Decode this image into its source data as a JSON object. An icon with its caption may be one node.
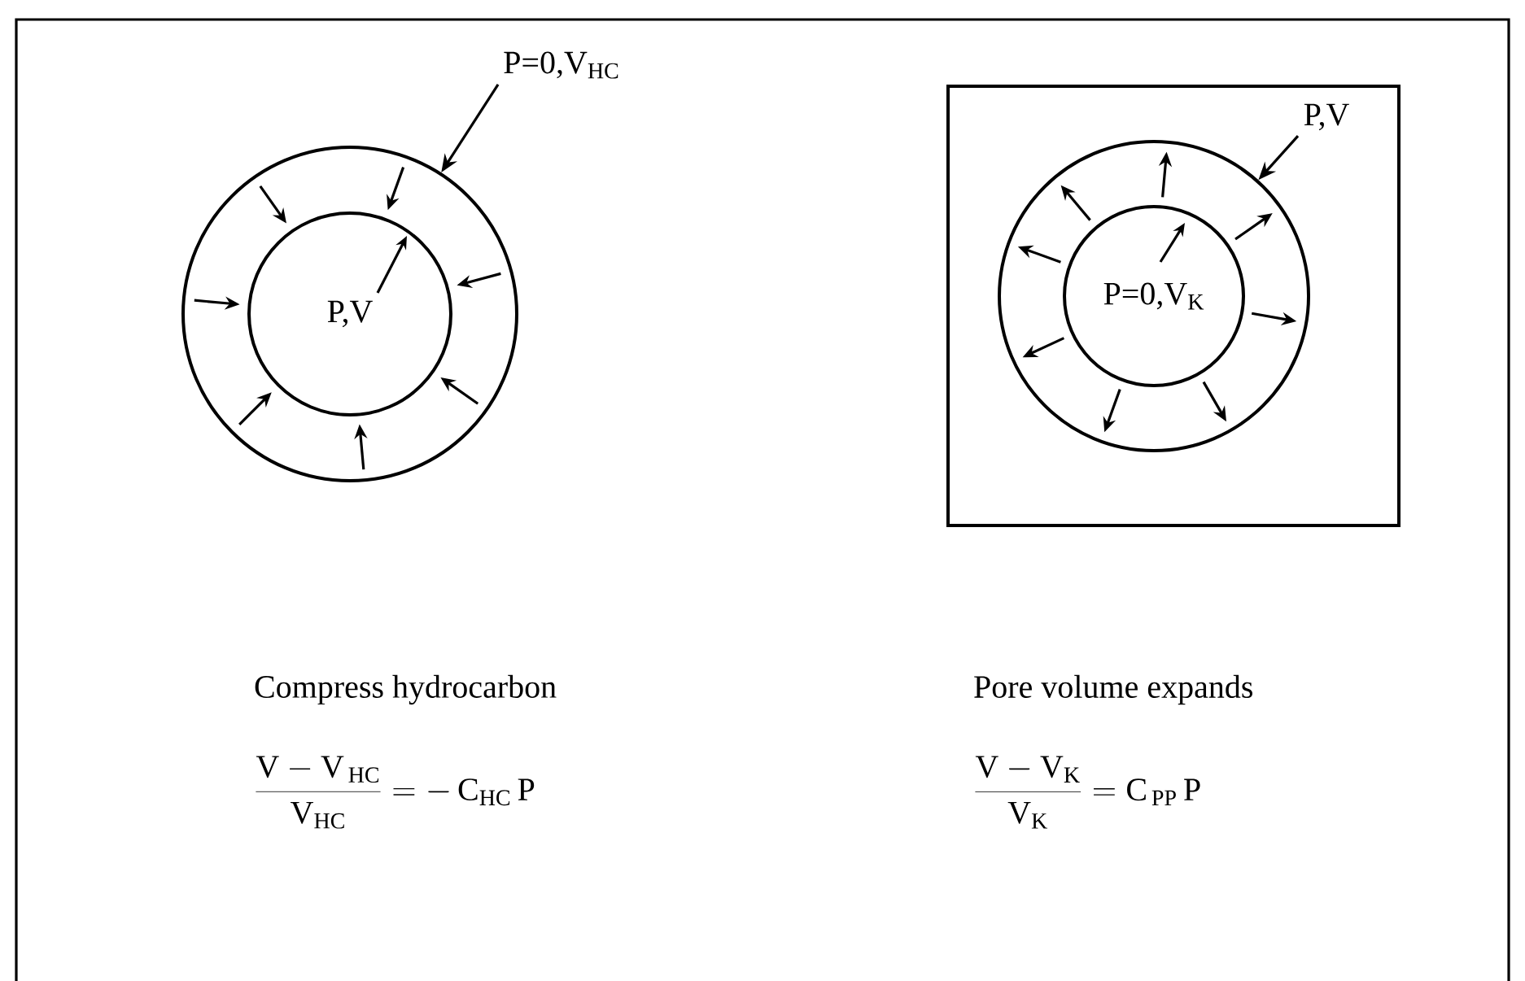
{
  "diagram": {
    "nodes": [
      {
        "text": [],
        "shape": "circle"
      },
      {
        "text": [
          "P,V"
        ],
        "in": 0
      },
      {
        "text": [
          "P=0,V$_{HC}$"
        ]
      },
      {
        "text": [],
        "shape": "box"
      },
      {
        "text": [],
        "shape": "circle",
        "in": 3
      },
      {
        "text": [
          "P=0,V$_{K}$"
        ],
        "in": 4
      },
      {
        "text": [
          "P,V"
        ],
        "in": 3
      }
    ],
    "edges": [
      {
        "from": 2,
        "to": 0,
        "arrow": "to"
      },
      {
        "from": 6,
        "to": 4,
        "arrow": "to"
      }
    ],
    "labels": [
      "Compress hydrocarbon",
      "\\frac{\\mathrm{V - V_{\\,HC}}}{\\mathrm{V_{HC}}} = -\\,\\mathrm{C_{HC}\\,P}",
      "Pore volume expands",
      "\\frac{\\mathrm{V - V_{K}}}{\\mathrm{V_{K}}} = \\mathrm{C_{\\,PP}\\,P}"
    ]
  }
}
